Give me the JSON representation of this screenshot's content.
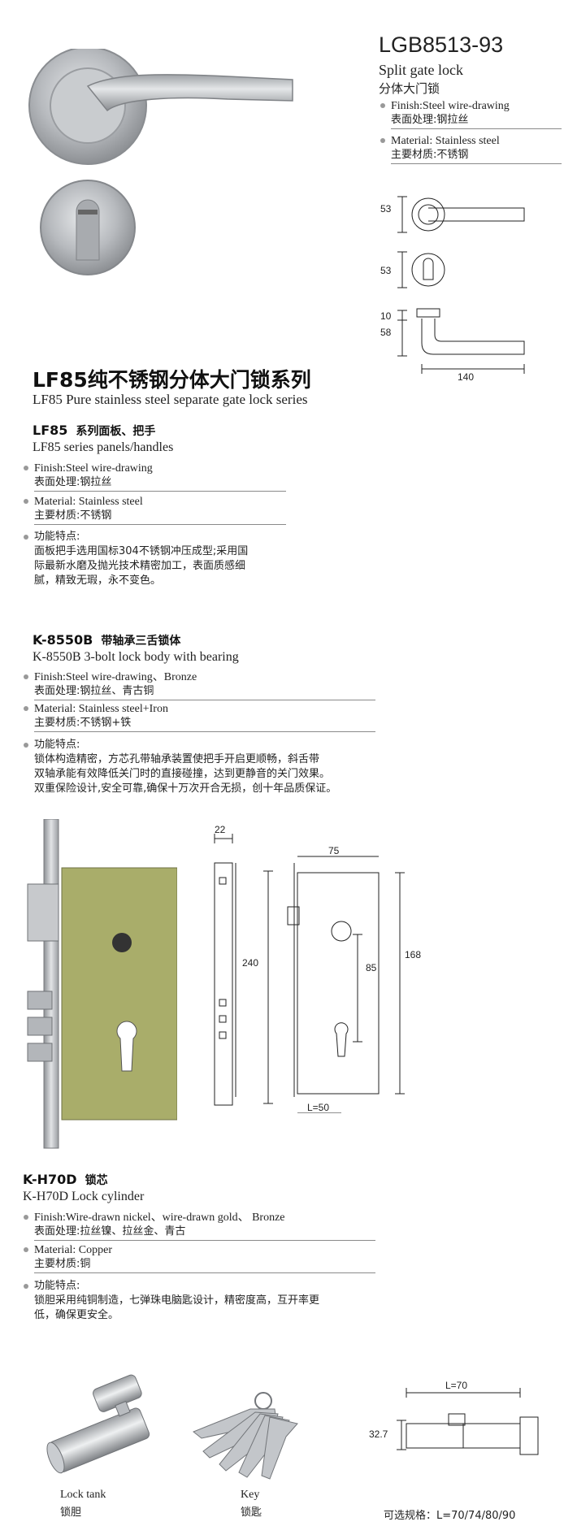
{
  "product": {
    "code": "LGB8513-93",
    "name_en": "Split gate lock",
    "name_zh": "分体大门锁",
    "specs": [
      {
        "en": "Finish:Steel wire-drawing",
        "zh": "表面处理:钢拉丝"
      },
      {
        "en": "Material: Stainless steel",
        "zh": "主要材质:不锈钢"
      }
    ],
    "dims": {
      "d1": "53",
      "d2": "53",
      "d3": "10",
      "d4": "58",
      "d5": "140"
    }
  },
  "series": {
    "title_zh": "LF85纯不锈钢分体大门锁系列",
    "title_en": "LF85 Pure stainless steel separate gate lock series"
  },
  "panels": {
    "title_code": "LF85",
    "title_zh": "系列面板、把手",
    "title_en": "LF85 series panels/handles",
    "specs": [
      {
        "en": "Finish:Steel wire-drawing",
        "zh": "表面处理:钢拉丝"
      },
      {
        "en": "Material: Stainless steel",
        "zh": "主要材质:不锈钢"
      }
    ],
    "feature_label": "功能特点:",
    "feature_lines": [
      "面板把手选用国标304不锈钢冲压成型;采用国",
      "际最新水磨及抛光技术精密加工，表面质感细",
      "腻，精致无瑕，永不变色。"
    ]
  },
  "lockbody": {
    "title_code": "K-8550B",
    "title_zh": "带轴承三舌锁体",
    "title_en": "K-8550B 3-bolt lock body with bearing",
    "specs": [
      {
        "en": "Finish:Steel wire-drawing、Bronze",
        "zh": "表面处理:钢拉丝、青古铜"
      },
      {
        "en": "Material:  Stainless steel+Iron",
        "zh": "主要材质:不锈钢+铁"
      }
    ],
    "feature_label": "功能特点:",
    "feature_lines": [
      "锁体构造精密，方芯孔带轴承装置使把手开启更顺畅，斜舌带",
      "双轴承能有效降低关门时的直接碰撞，达到更静音的关门效果。",
      "双重保险设计,安全可靠,确保十万次开合无损，创十年品质保证。"
    ],
    "dims": {
      "w": "22",
      "w2": "75",
      "h1": "240",
      "h2": "85",
      "h3": "168",
      "l": "L=50"
    }
  },
  "cylinder": {
    "title_code": "K-H70D",
    "title_zh": "锁芯",
    "title_en": "K-H70D Lock cylinder",
    "specs": [
      {
        "en": "Finish:Wire-drawn nickel、wire-drawn gold、 Bronze",
        "zh": "表面处理:拉丝镍、拉丝金、青古"
      },
      {
        "en": "Material:  Copper",
        "zh": "主要材质:铜"
      }
    ],
    "feature_label": "功能特点:",
    "feature_lines": [
      "锁胆采用纯铜制造，七弹珠电脑匙设计，精密度高，互开率更",
      "低，确保更安全。"
    ],
    "captions": [
      {
        "en": "Lock tank",
        "zh": "锁胆"
      },
      {
        "en": "Key",
        "zh": "锁匙"
      }
    ],
    "dims": {
      "l": "L=70",
      "h": "32.7"
    },
    "options": "可选规格：L=70/74/80/90"
  },
  "colors": {
    "steel": "#b9bcc0",
    "olive": "#a9ad6a",
    "rule": "#8a8a8a"
  }
}
